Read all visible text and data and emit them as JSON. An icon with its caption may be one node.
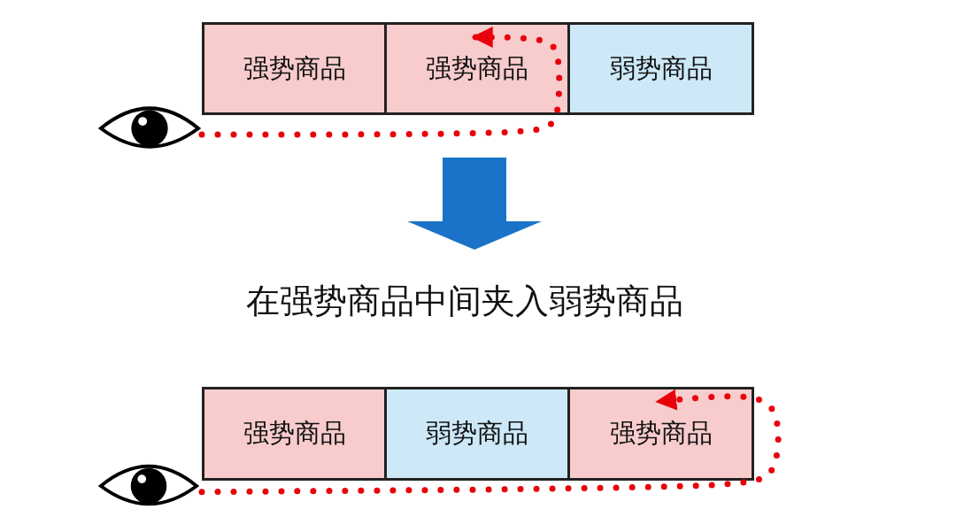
{
  "diagram": {
    "nodes": [
      {
        "text": [
          "强势商品"
        ]
      },
      {
        "text": [
          "强势商品"
        ]
      },
      {
        "text": [
          "弱势商品"
        ]
      },
      {
        "text": [],
        "shape": "picture"
      },
      {
        "text": [
          "强势商品"
        ]
      },
      {
        "text": [
          "弱势商品"
        ]
      },
      {
        "text": [
          "强势商品"
        ]
      },
      {
        "text": [],
        "shape": "picture"
      }
    ],
    "edges": [
      {
        "from": 3,
        "to": 1,
        "arrow": "to",
        "style": "dashed"
      },
      {
        "from": 7,
        "to": 6,
        "arrow": "to",
        "style": "dashed"
      }
    ],
    "labels": [
      "在强势商品中间夹入弱势商品"
    ]
  }
}
